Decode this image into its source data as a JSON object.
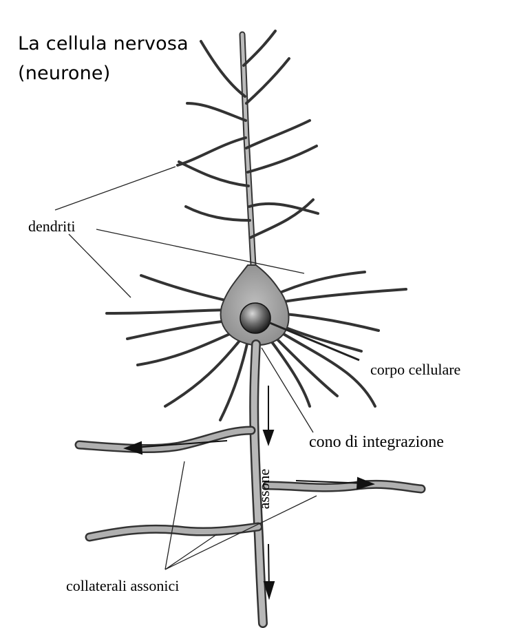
{
  "title_line1": "La cellula nervosa",
  "title_line2": "(neurone)",
  "labels": {
    "dendriti": "dendriti",
    "corpo": "corpo cellulare",
    "cono": "cono di integrazione",
    "assone": "assone",
    "collaterali": "collaterali assonici"
  },
  "colors": {
    "ink": "#2a2a2a",
    "shade": "#8a8a8a",
    "soma": "#9a9a9a",
    "nucleus": "#555555",
    "paper": "#ffffff"
  }
}
